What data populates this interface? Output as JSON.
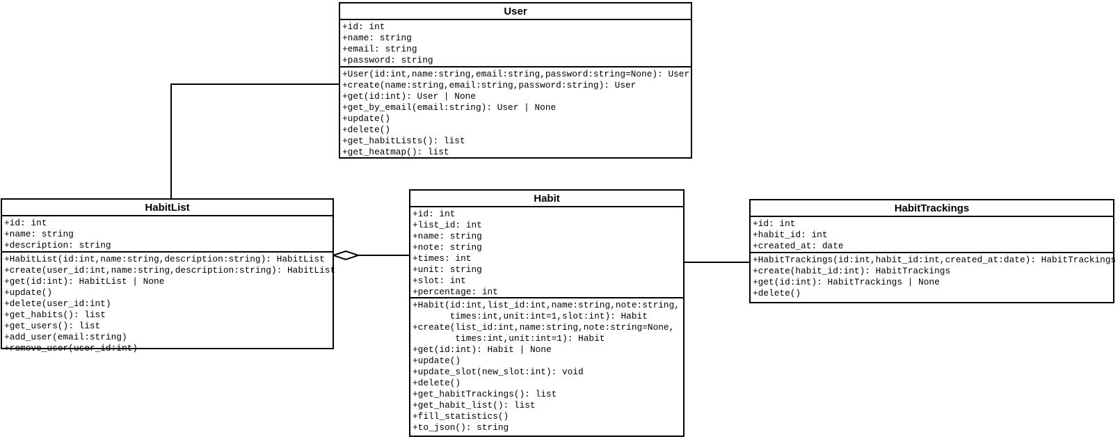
{
  "diagram": {
    "kind": "uml-class-diagram",
    "colors": {
      "background": "#ffffff",
      "line": "#000000",
      "text": "#000000"
    }
  },
  "classes": [
    {
      "title": "User",
      "attributes": [
        "+id: int",
        "+name: string",
        "+email: string",
        "+password: string"
      ],
      "methods": [
        "+User(id:int,name:string,email:string,password:string=None): User",
        "+create(name:string,email:string,password:string): User",
        "+get(id:int): User | None",
        "+get_by_email(email:string): User | None",
        "+update()",
        "+delete()",
        "+get_habitLists(): list",
        "+get_heatmap(): list"
      ]
    },
    {
      "title": "HabitList",
      "attributes": [
        "+id: int",
        "+name: string",
        "+description: string"
      ],
      "methods": [
        "+HabitList(id:int,name:string,description:string): HabitList",
        "+create(user_id:int,name:string,description:string): HabitList",
        "+get(id:int): HabitList | None",
        "+update()",
        "+delete(user_id:int)",
        "+get_habits(): list",
        "+get_users(): list",
        "+add_user(email:string)",
        "+remove_user(user_id:int)"
      ]
    },
    {
      "title": "Habit",
      "attributes": [
        "+id: int",
        "+list_id: int",
        "+name: string",
        "+note: string",
        "+times: int",
        "+unit: string",
        "+slot: int",
        "+percentage: int"
      ],
      "methods": [
        "+Habit(id:int,list_id:int,name:string,note:string,",
        "       times:int,unit:int=1,slot:int): Habit",
        "+create(list_id:int,name:string,note:string=None,",
        "        times:int,unit:int=1): Habit",
        "+get(id:int): Habit | None",
        "+update()",
        "+update_slot(new_slot:int): void",
        "+delete()",
        "+get_habitTrackings(): list",
        "+get_habit_list(): list",
        "+fill_statistics()",
        "+to_json(): string"
      ]
    },
    {
      "title": "HabitTrackings",
      "attributes": [
        "+id: int",
        "+habit_id: int",
        "+created_at: date"
      ],
      "methods": [
        "+HabitTrackings(id:int,habit_id:int,created_at:date): HabitTrackings",
        "+create(habit_id:int): HabitTrackings",
        "+get(id:int): HabitTrackings | None",
        "+delete()"
      ]
    }
  ],
  "relationships": [
    {
      "from": "User",
      "to": "HabitList",
      "type": "association"
    },
    {
      "from": "HabitList",
      "to": "Habit",
      "type": "aggregation",
      "diamond_end": "HabitList"
    },
    {
      "from": "Habit",
      "to": "HabitTrackings",
      "type": "association"
    }
  ]
}
